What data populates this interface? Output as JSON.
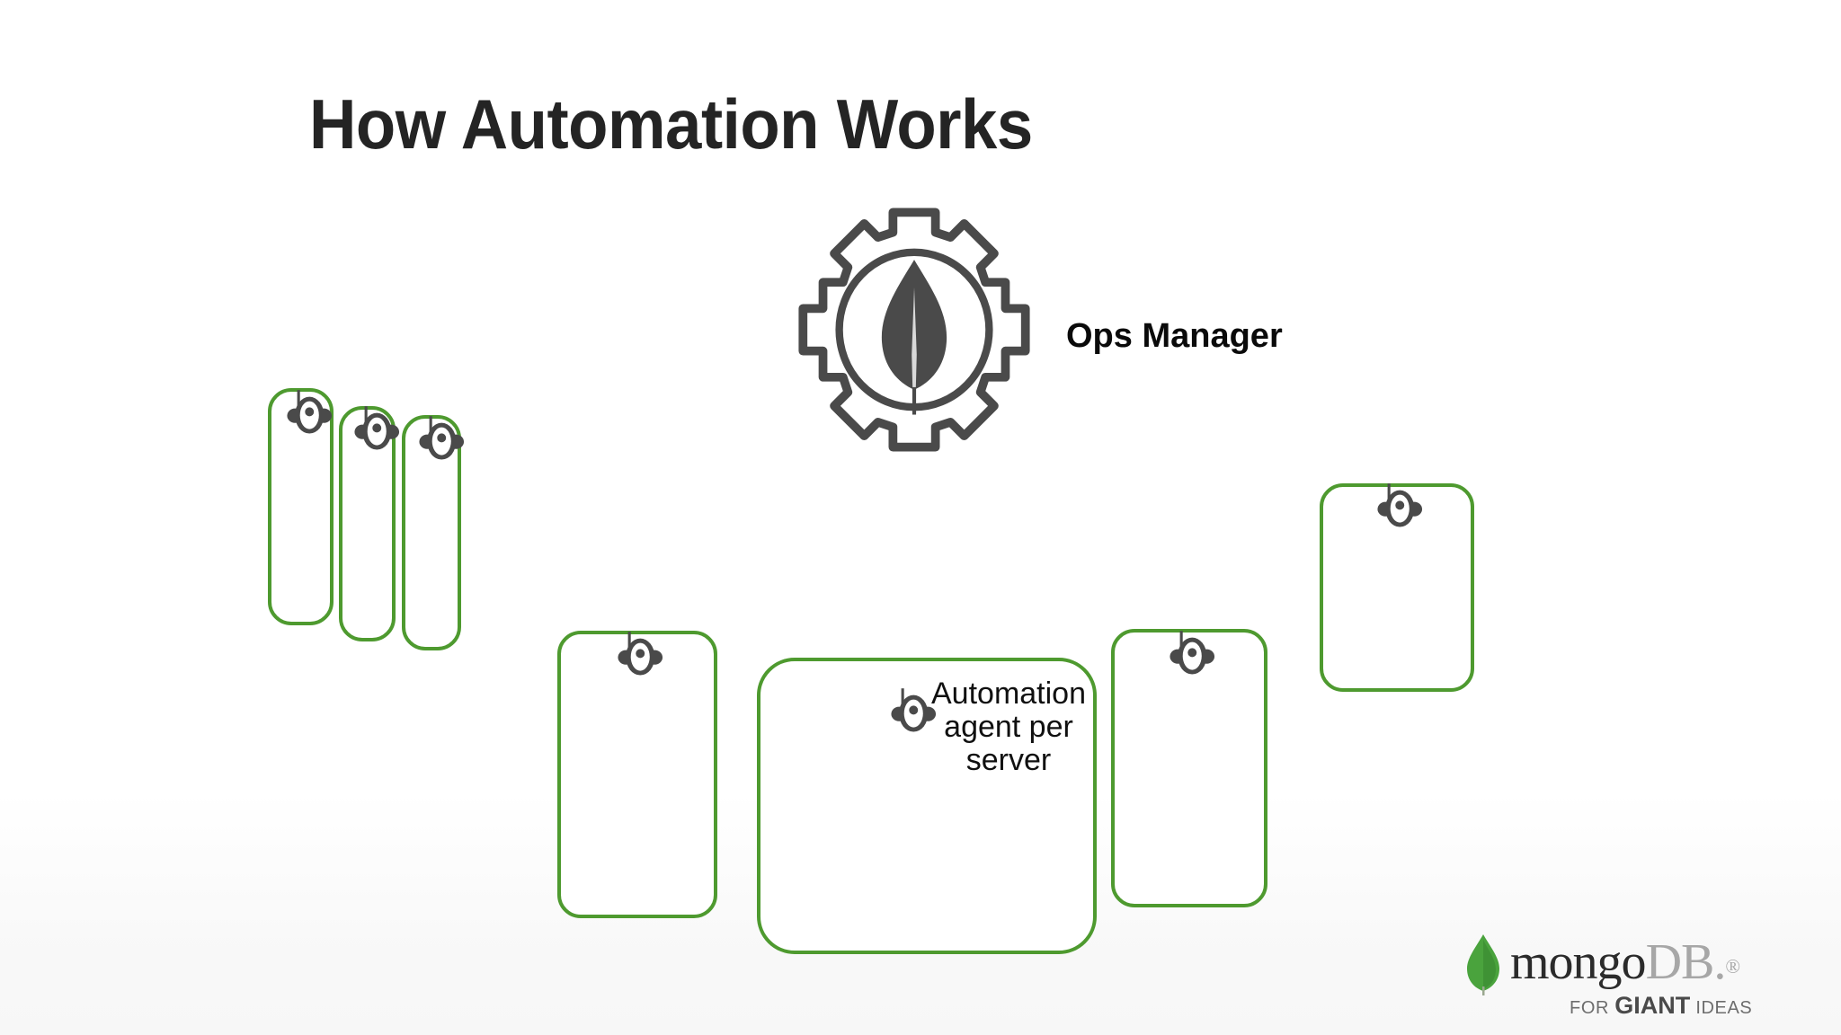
{
  "slide": {
    "title": "How Automation Works",
    "background_color": "#ffffff",
    "accent_green": "#4e9a2f",
    "icon_gray": "#4a4a4a"
  },
  "ops_manager": {
    "label": "Ops Manager",
    "icon": "gear-with-mongodb-leaf-icon"
  },
  "agents": {
    "caption": "Automation\nagent per\nserver",
    "icon": "automation-agent-robot-icon"
  },
  "servers": [
    {
      "id": "server-1",
      "group": "left-stack",
      "agent_icon": "automation-agent-robot-icon"
    },
    {
      "id": "server-2",
      "group": "left-stack",
      "agent_icon": "automation-agent-robot-icon"
    },
    {
      "id": "server-3",
      "group": "left-stack",
      "agent_icon": "automation-agent-robot-icon"
    },
    {
      "id": "server-4",
      "group": "center-row",
      "agent_icon": "automation-agent-robot-icon"
    },
    {
      "id": "server-5",
      "group": "center-row",
      "agent_icon": "automation-agent-robot-icon",
      "has_caption": true
    },
    {
      "id": "server-6",
      "group": "center-row",
      "agent_icon": "automation-agent-robot-icon"
    },
    {
      "id": "server-7",
      "group": "right-single",
      "agent_icon": "automation-agent-robot-icon"
    }
  ],
  "branding": {
    "leaf_color": "#4aa33d",
    "wordmark_mongo": "mongo",
    "wordmark_db": "DB",
    "wordmark_period": ".",
    "registered_mark": "®",
    "tagline_prefix": "FOR ",
    "tagline_emphasis": "GIANT",
    "tagline_suffix": " IDEAS"
  }
}
